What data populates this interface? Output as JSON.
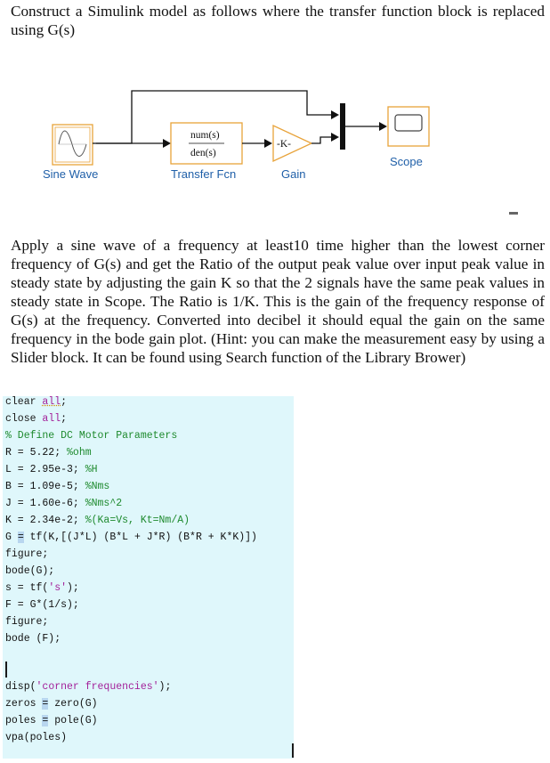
{
  "intro": "Construct a Simulink model as follows where the transfer function block is replaced using G(s)",
  "diagram": {
    "sine_label": "Sine Wave",
    "tf_num": "num(s)",
    "tf_den": "den(s)",
    "tf_label": "Transfer Fcn",
    "gain_symbol": "-K-",
    "gain_label": "Gain",
    "scope_label": "Scope",
    "block_color": "#e8a33a",
    "label_color": "#1f5fa8"
  },
  "instructions": "Apply a sine wave of a frequency at least10 time higher than the lowest corner frequency of G(s) and get the Ratio of the output peak value over input peak value in steady state by adjusting the gain K so that the 2 signals have the same peak values in steady state in Scope. The Ratio is 1/K. This is the gain of the frequency response of G(s) at the frequency. Converted into decibel it should equal the gain on the same frequency in the bode gain plot. (Hint: you can make the measurement easy by using a Slider block. It can be found using Search function of the Library Brower)",
  "code": {
    "l1a": "clear ",
    "l1b": "all",
    "l1c": ";",
    "l2a": "close ",
    "l2b": "all",
    "l2c": ";",
    "l3": "% Define DC Motor Parameters",
    "l4a": "R = 5.22; ",
    "l4b": "%ohm",
    "l5a": "L = 2.95e-3; ",
    "l5b": "%H",
    "l6a": "B = 1.09e-5; ",
    "l6b": "%Nms",
    "l7a": "J = 1.60e-6; ",
    "l7b": "%Nms^2",
    "l8a": "K = 2.34e-2; ",
    "l8b": "%(Ka=Vs, Kt=Nm/A)",
    "l9a": "G ",
    "l9b": "=",
    "l9c": " tf(K,[(J*L) (B*L + J*R) (B*R + K*K)])",
    "l10": "figure;",
    "l11": "bode(G);",
    "l12a": "s = tf(",
    "l12b": "'s'",
    "l12c": ");",
    "l13": "F = G*(1/s);",
    "l14": "figure;",
    "l15": "bode (F);",
    "l16a": "disp(",
    "l16b": "'corner frequencies'",
    "l16c": ");",
    "l17a": "zeros ",
    "l17b": "=",
    "l17c": " zero(G)",
    "l18a": "poles ",
    "l18b": "=",
    "l18c": " pole(G)",
    "l19": "vpa(poles)"
  }
}
